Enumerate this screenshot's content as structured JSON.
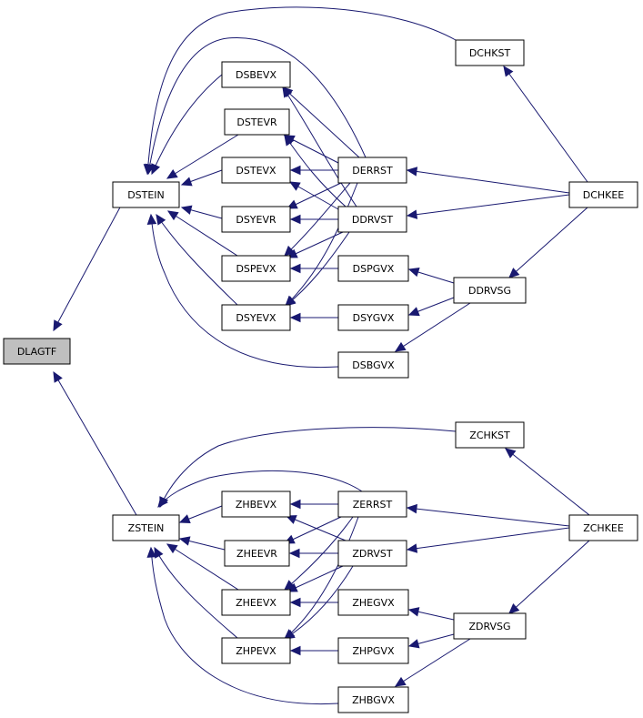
{
  "colors": {
    "edge": "#191970",
    "node_border": "#000000",
    "root_fill": "#bfbfbf",
    "node_fill": "#ffffff"
  },
  "nodes": {
    "dlagtf": "DLAGTF",
    "dstein": "DSTEIN",
    "dsbevx": "DSBEVX",
    "dstevr": "DSTEVR",
    "dstevx": "DSTEVX",
    "dsyevr": "DSYEVR",
    "dspevx": "DSPEVX",
    "dsyevx": "DSYEVX",
    "derrst": "DERRST",
    "ddrvst": "DDRVST",
    "dspgvx": "DSPGVX",
    "dsygvx": "DSYGVX",
    "dsbgvx": "DSBGVX",
    "dchkst": "DCHKST",
    "dchkee": "DCHKEE",
    "ddrvsg": "DDRVSG",
    "zstein": "ZSTEIN",
    "zhbevx": "ZHBEVX",
    "zheevr": "ZHEEVR",
    "zheevx": "ZHEEVX",
    "zhpevx": "ZHPEVX",
    "zerrst": "ZERRST",
    "zdrvst": "ZDRVST",
    "zhegvx": "ZHEGVX",
    "zhpgvx": "ZHPGVX",
    "zhbgvx": "ZHBGVX",
    "zchkst": "ZCHKST",
    "zchkee": "ZCHKEE",
    "zdrvsg": "ZDRVSG"
  }
}
